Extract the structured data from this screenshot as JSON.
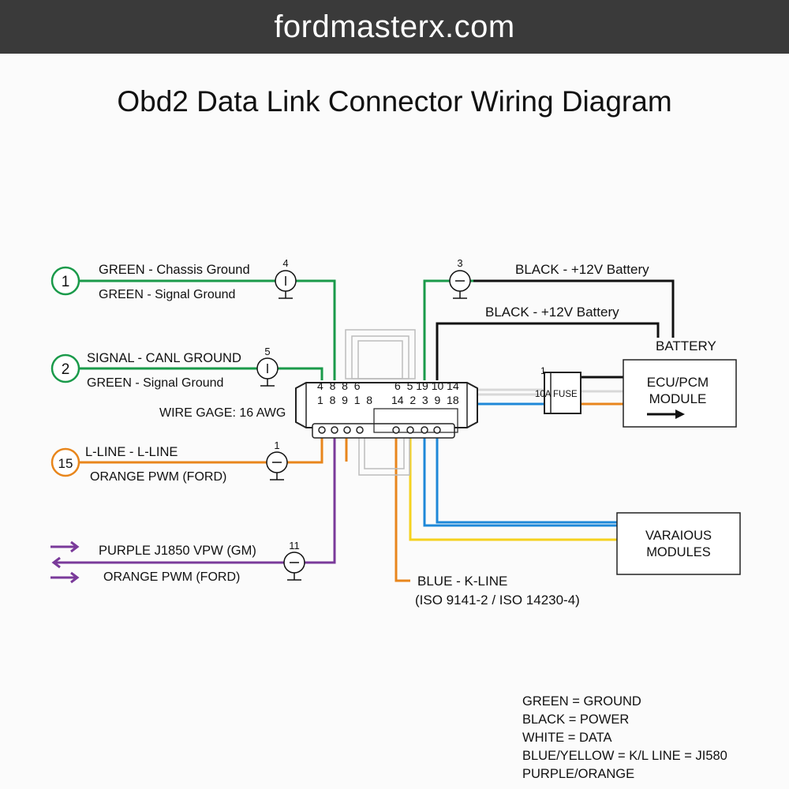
{
  "banner": {
    "site": "fordmasterx.com"
  },
  "title": "Obd2 Data Link Connector Wiring Diagram",
  "pins": {
    "pin1": "1",
    "pin2": "2",
    "pin15": "15"
  },
  "wire_labels": {
    "row1_top": "GREEN - Chassis Ground",
    "row1_bottom": "GREEN - Signal Ground",
    "row2_top": "SIGNAL - CANL GROUND",
    "row2_bottom": "GREEN - Signal Ground",
    "gauge": "WIRE GAGE: 16 AWG",
    "row3_top": "L-LINE - L-LINE",
    "row3_bottom": "ORANGE PWM (FORD)",
    "row4_top": "PURPLE J1850 VPW (GM)",
    "row4_bottom": "ORANGE PWM (FORD)",
    "battery_top": "BLACK - +12V Battery",
    "battery_mid": "BLACK - +12V Battery",
    "kline_line1": "BLUE - K-LINE",
    "kline_line2": "(ISO 9141-2 / ISO 14230-4)"
  },
  "ground_numbers": {
    "g4": "4",
    "g5": "5",
    "g1": "1",
    "g11": "11",
    "g3": "3"
  },
  "connector": {
    "top_left": "4  8  8  6",
    "bottom_left": "1  8  9  1  8",
    "top_right": "6  5 19 10 14",
    "bottom_right": "14  2  3  9  18"
  },
  "fuse": {
    "number": "1",
    "label": "10A FUSE"
  },
  "boxes": {
    "battery": "BATTERY",
    "ecu_line1": "ECU/PCM",
    "ecu_line2": "MODULE",
    "modules_line1": "VARAIOUS",
    "modules_line2": "MODULES"
  },
  "legend": [
    "GREEN = GROUND",
    "BLACK = POWER",
    "WHITE = DATA",
    "BLUE/YELLOW = K/L LINE = JI580",
    "PURPLE/ORANGE"
  ],
  "colors": {
    "green": "#1a9a4a",
    "black": "#111111",
    "orange": "#e8861c",
    "purple": "#7a3a9a",
    "blue": "#1e88d8",
    "yellow": "#f5d21e",
    "white_wire": "#d8d8d8"
  }
}
